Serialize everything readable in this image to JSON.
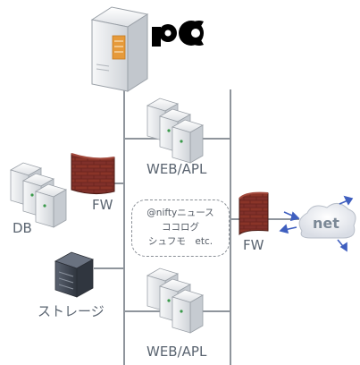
{
  "logo": {
    "text": "PC",
    "color": "#000000",
    "icon": "pc-logo-icon"
  },
  "nodes": {
    "web_top": "WEB/APL",
    "web_bottom": "WEB/APL",
    "db": "DB",
    "fw_left": "FW",
    "fw_right": "FW",
    "storage": "ストレージ",
    "internet": "net"
  },
  "services_note": {
    "line1": "@niftyニュース",
    "line2": "ココログ",
    "line3": "シュフモ　etc."
  },
  "colors": {
    "line": "#8f959c",
    "firewall_brick": "#7a2a22",
    "server_body": "#e6e8eb",
    "label": "#5a6470",
    "cloud": "#eef0f4",
    "arrow": "#3f5fbf"
  },
  "icons": [
    "main-server-icon",
    "server-cluster-icon",
    "firewall-icon",
    "storage-icon",
    "cloud-icon",
    "pc-logo-icon"
  ]
}
